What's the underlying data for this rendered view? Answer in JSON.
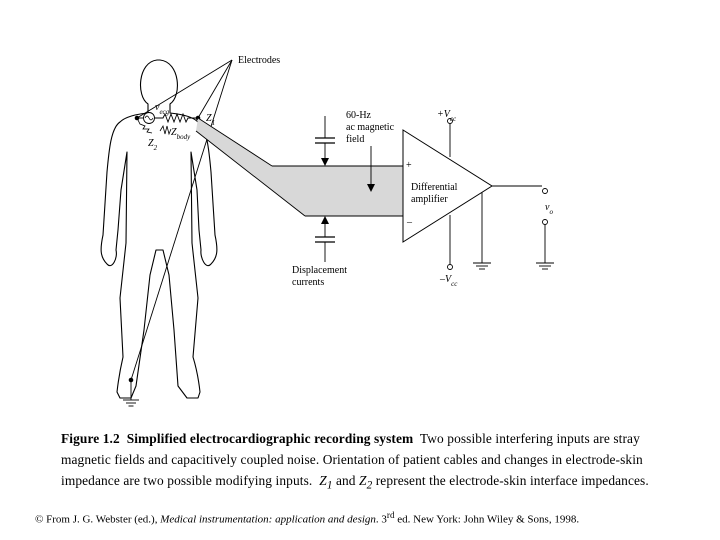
{
  "diagram": {
    "electrodes_label": "Electrodes",
    "vecg_symbol": "v",
    "vecg_sub": "ecg",
    "z1_symbol": "Z",
    "z1_sub": "1",
    "z2_symbol": "Z",
    "z2_sub": "2",
    "zbody_symbol": "Z",
    "zbody_sub": "body",
    "field_line1": "60-Hz",
    "field_line2": "ac magnetic",
    "field_line3": "field",
    "vcc_plus_prefix": "+V",
    "vcc_plus_sub": "cc",
    "vcc_minus_prefix": "–V",
    "vcc_minus_sub": "cc",
    "plus_input": "+",
    "minus_input": "–",
    "amp_line1": "Differential",
    "amp_line2": "amplifier",
    "vo_symbol": "v",
    "vo_sub": "o",
    "displacement_line1": "Displacement",
    "displacement_line2": "currents"
  },
  "caption": {
    "figure_number": "Figure 1.2",
    "title": "Simplified electrocardiographic recording system",
    "text_1": "Two possible interfering inputs are stray magnetic fields and capacitively coupled noise.  Orientation of patient cables and changes in electrode-skin impedance are two possible modifying inputs.",
    "z1_symbol": "Z",
    "z1_sub": "1",
    "conj": "and",
    "z2_symbol": "Z",
    "z2_sub": "2",
    "text_2": "represent the electrode-skin interface impedances."
  },
  "credit": {
    "prefix": "© From J. G. Webster (ed.),",
    "book_title": "Medical instrumentation: application and design",
    "edition_num": ". 3",
    "edition_sup": "rd",
    "suffix": "ed. New York: John Wiley & Sons, 1998."
  }
}
